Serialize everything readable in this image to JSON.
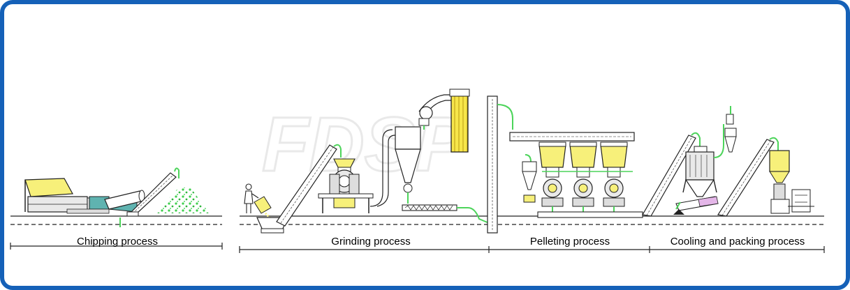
{
  "stages": [
    {
      "label": "Chipping process"
    },
    {
      "label": "Grinding process"
    },
    {
      "label": "Pelleting process"
    },
    {
      "label": "Cooling and packing process"
    }
  ],
  "colors": {
    "frame": "#1561b8",
    "machine_yellow": "#f7f07a",
    "machine_teal": "#5fb3b0",
    "pipe_green": "#4cd45a",
    "chip_green": "#3ecf4c",
    "line": "#222222"
  },
  "icons": [
    "worker-figure",
    "cyclone-separator",
    "bag-filter",
    "bucket-elevator",
    "pellet-mill",
    "counterflow-cooler",
    "packing-machine",
    "wood-chipper",
    "hammer-mill"
  ]
}
